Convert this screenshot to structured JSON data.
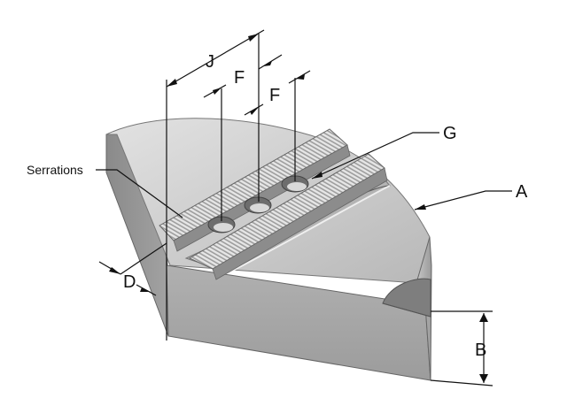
{
  "labels": {
    "j": "J",
    "f_left": "F",
    "f_right": "F",
    "g": "G",
    "a": "A",
    "b": "B",
    "d": "D",
    "serrations": "Serrations"
  },
  "colors": {
    "body_light": "#d3d3d3",
    "body_mid": "#bdbdbd",
    "body_dark": "#8f8f8f",
    "side_face": "#a9a9a9",
    "serration_light": "#ececec",
    "serration_dark": "#9a9a9a",
    "line": "#111111"
  }
}
